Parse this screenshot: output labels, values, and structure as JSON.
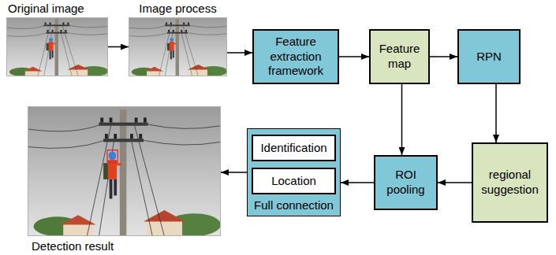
{
  "diagram": {
    "nodes": [
      {
        "text": [
          "Original image"
        ]
      },
      {
        "text": [
          "Image process"
        ]
      },
      {
        "text": [
          "Feature extraction framework"
        ]
      },
      {
        "text": [
          "Feature map"
        ]
      },
      {
        "text": [
          "RPN"
        ]
      },
      {
        "text": [
          "regional suggestion"
        ]
      },
      {
        "text": [
          "ROI pooling"
        ]
      },
      {
        "text": [
          "Full connection"
        ]
      },
      {
        "text": [
          "Identification"
        ],
        "in": 7
      },
      {
        "text": [
          "Location"
        ],
        "in": 7
      },
      {
        "text": [
          "Detection result"
        ]
      }
    ],
    "edges": [
      {
        "from": 0,
        "to": 1,
        "arrow": "to"
      },
      {
        "from": 1,
        "to": 2,
        "arrow": "to"
      },
      {
        "from": 2,
        "to": 3,
        "arrow": "to"
      },
      {
        "from": 3,
        "to": 4,
        "arrow": "to"
      },
      {
        "from": 4,
        "to": 5,
        "arrow": "to"
      },
      {
        "from": 5,
        "to": 6,
        "arrow": "to"
      },
      {
        "from": 3,
        "to": 6,
        "arrow": "to"
      },
      {
        "from": 6,
        "to": 7,
        "arrow": "to"
      },
      {
        "from": 7,
        "to": 10,
        "arrow": "to"
      }
    ]
  }
}
